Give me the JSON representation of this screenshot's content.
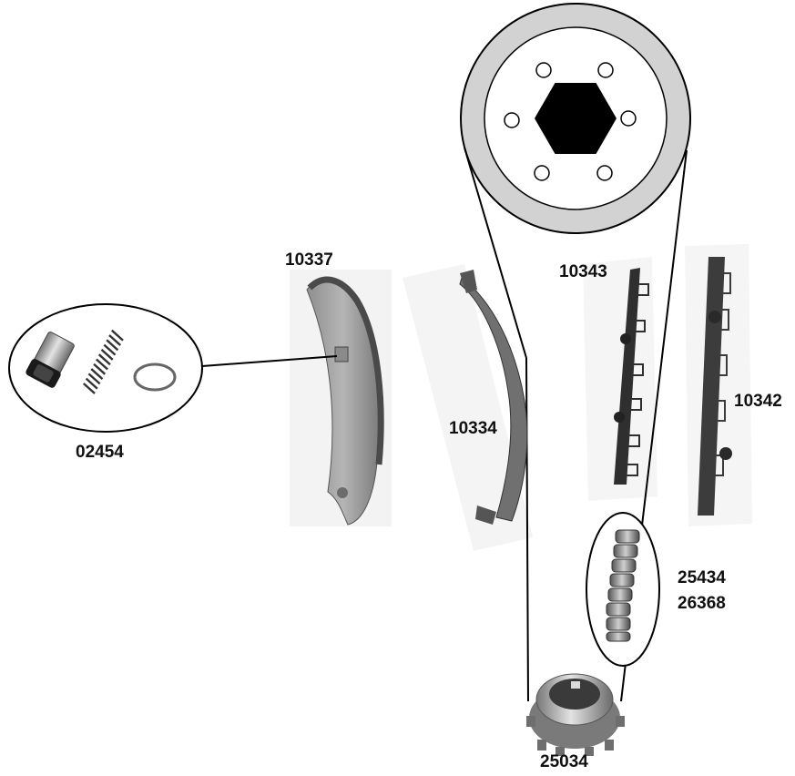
{
  "parts": {
    "guide_upper": {
      "number": "10337"
    },
    "guide_rail": {
      "number": "10334"
    },
    "tensioner_kit": {
      "number": "02454"
    },
    "rail_short": {
      "number": "10343"
    },
    "rail_long": {
      "number": "10342"
    },
    "chain": {
      "number_primary": "25434",
      "number_secondary": "26368"
    },
    "crank_sprocket": {
      "number": "25034"
    }
  }
}
